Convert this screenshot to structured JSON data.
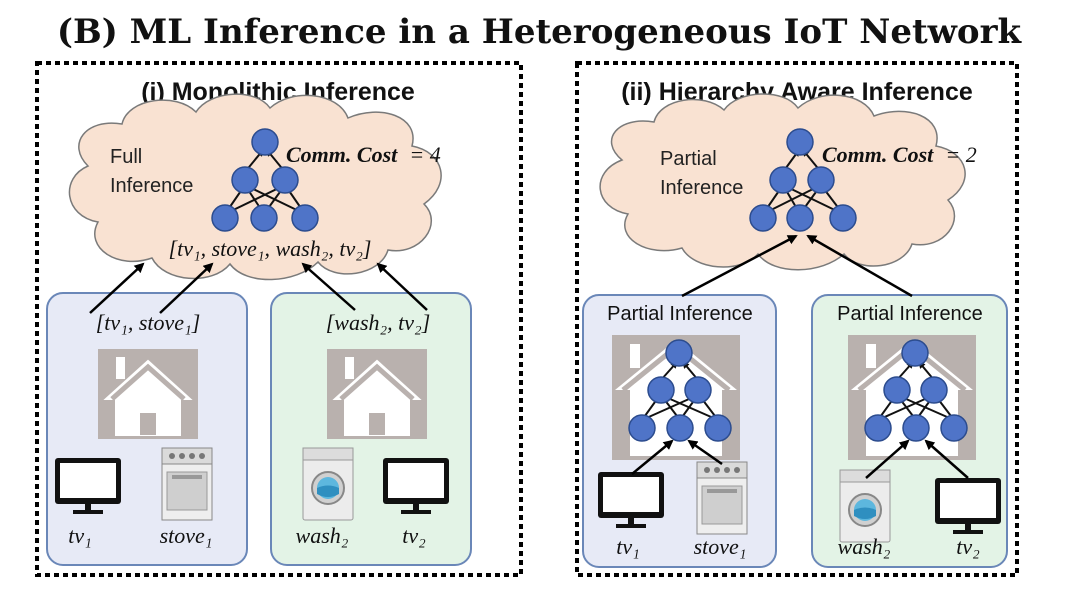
{
  "title": "(B) ML Inference in a Heterogeneous IoT Network",
  "panels": [
    {
      "heading": "(i) Monolithic Inference",
      "cloud_label_line1": "Full",
      "cloud_label_line2": "Inference",
      "comm_cost_label": "Comm. Cost",
      "comm_cost_value": "= 4",
      "aggregated_vector": "[tv₁, stove₁, wash₂, tv₂]",
      "homes": [
        {
          "vector": "[tv₁, stove₁]",
          "devices": [
            "tv₁",
            "stove₁"
          ]
        },
        {
          "vector": "[wash₂, tv₂]",
          "devices": [
            "wash₂",
            "tv₂"
          ]
        }
      ]
    },
    {
      "heading": "(ii) Hierarchy Aware Inference",
      "cloud_label_line1": "Partial",
      "cloud_label_line2": "Inference",
      "comm_cost_label": "Comm. Cost",
      "comm_cost_value": "= 2",
      "homes": [
        {
          "label": "Partial Inference",
          "devices": [
            "tv₁",
            "stove₁"
          ]
        },
        {
          "label": "Partial Inference",
          "devices": [
            "wash₂",
            "tv₂"
          ]
        }
      ]
    }
  ],
  "colors": {
    "cloud_fill": "#f9e2d2",
    "home_blue": "#e7eaf6",
    "home_green": "#e3f3e6",
    "node": "#4f74c8",
    "house_bg": "#b9b1ae"
  }
}
